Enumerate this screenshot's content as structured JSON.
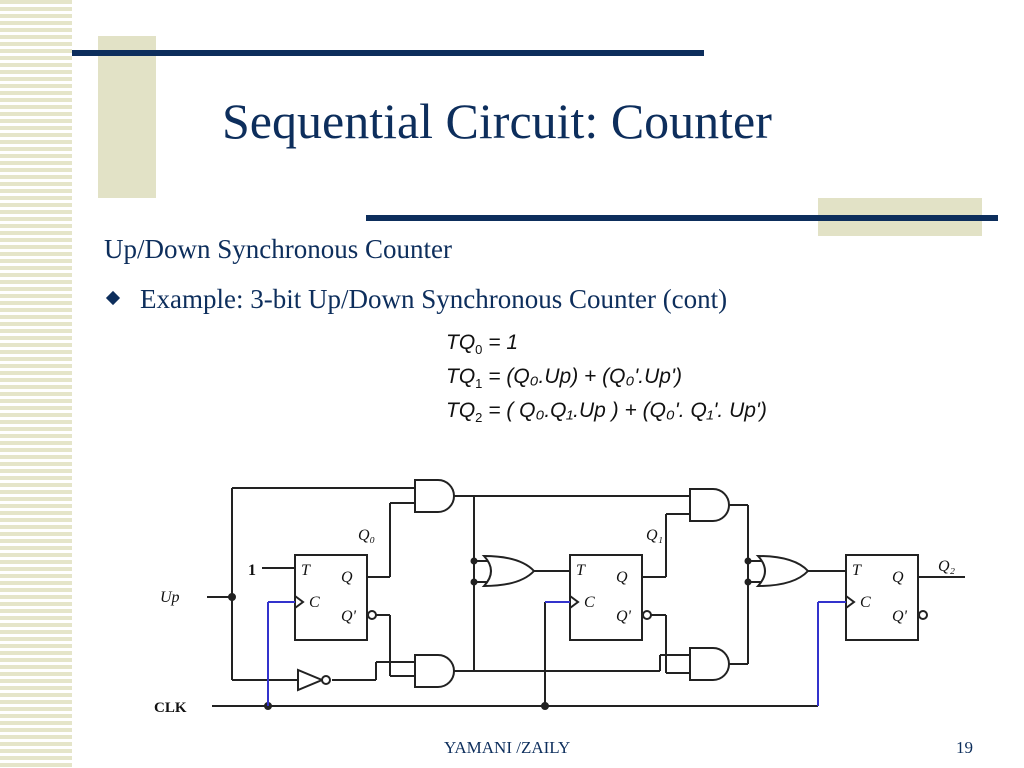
{
  "slide": {
    "title": "Sequential Circuit: Counter",
    "subtitle": "Up/Down Synchronous Counter",
    "bullet": "Example: 3-bit Up/Down Synchronous Counter (cont)"
  },
  "equations": [
    {
      "lhs": "TQ",
      "sub": "0",
      "rhs": " = 1"
    },
    {
      "lhs": "TQ",
      "sub": "1",
      "rhs": " = (Q₀.Up) + (Q₀'.Up')"
    },
    {
      "lhs": "TQ",
      "sub": "2",
      "rhs": " = ( Q₀.Q₁.Up ) + (Q₀'. Q₁'. Up')"
    }
  ],
  "circuit": {
    "input_up": "Up",
    "input_one": "1",
    "input_clk": "CLK",
    "ff_t_label": "T",
    "ff_q_label": "Q",
    "ff_qn_label": "Q'",
    "ff_c_label": "C",
    "q0_label": "Q₀",
    "q1_label": "Q₁",
    "q2_label": "Q₂"
  },
  "footer": {
    "author": "YAMANI /ZAILY",
    "page_number": "19"
  },
  "colors": {
    "title": "#0d2e5c",
    "clock_wire": "#3333cc",
    "decoration": "#e2e2c6"
  }
}
